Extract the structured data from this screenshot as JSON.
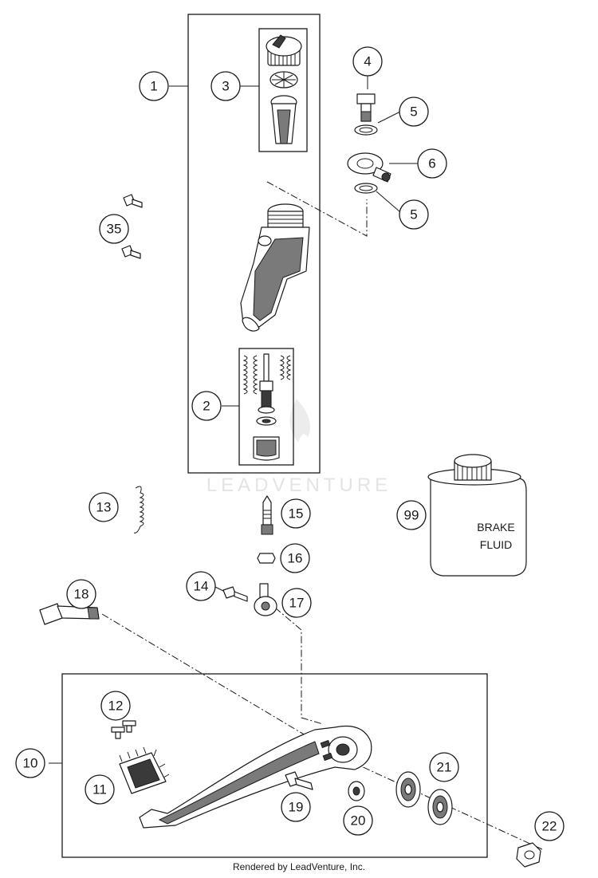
{
  "watermark": "LEADVENTURE",
  "footer": "Rendered by LeadVenture, Inc.",
  "fluid_label": {
    "line1": "BRAKE",
    "line2": "FLUID"
  },
  "callouts": [
    {
      "id": "c1",
      "label": "1"
    },
    {
      "id": "c2",
      "label": "2"
    },
    {
      "id": "c3",
      "label": "3"
    },
    {
      "id": "c4",
      "label": "4"
    },
    {
      "id": "c5a",
      "label": "5"
    },
    {
      "id": "c5b",
      "label": "5"
    },
    {
      "id": "c6",
      "label": "6"
    },
    {
      "id": "c35",
      "label": "35"
    },
    {
      "id": "c13",
      "label": "13"
    },
    {
      "id": "c15",
      "label": "15"
    },
    {
      "id": "c16",
      "label": "16"
    },
    {
      "id": "c14",
      "label": "14"
    },
    {
      "id": "c17",
      "label": "17"
    },
    {
      "id": "c18",
      "label": "18"
    },
    {
      "id": "c99",
      "label": "99"
    },
    {
      "id": "c12",
      "label": "12"
    },
    {
      "id": "c10",
      "label": "10"
    },
    {
      "id": "c11",
      "label": "11"
    },
    {
      "id": "c19",
      "label": "19"
    },
    {
      "id": "c20",
      "label": "20"
    },
    {
      "id": "c21",
      "label": "21"
    },
    {
      "id": "c22",
      "label": "22"
    }
  ]
}
